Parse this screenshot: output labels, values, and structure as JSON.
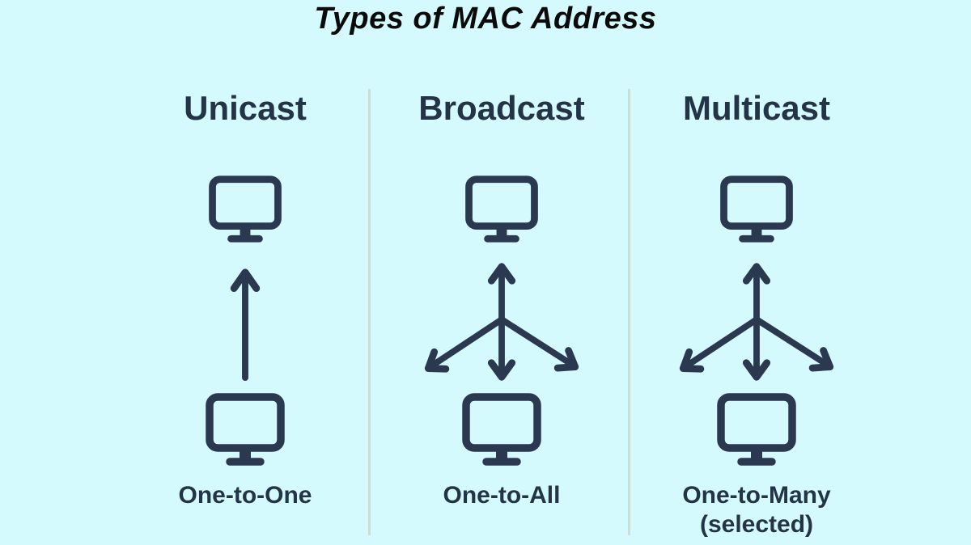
{
  "title": "Types of MAC Address",
  "colors": {
    "background": "#d4fafd",
    "divider": "#cbdfd9",
    "icon_stroke": "#2b3950",
    "label_text": "#243447",
    "title_text": "#0b0b0b"
  },
  "icons": {
    "monitor": "monitor-icon",
    "unicast_arrow": "up-arrow-icon",
    "broadcast_arrow": "four-way-arrow-icon",
    "multicast_arrow": "four-way-arrow-icon"
  },
  "columns": [
    {
      "header": "Unicast",
      "label": "One-to-One"
    },
    {
      "header": "Broadcast",
      "label": "One-to-All"
    },
    {
      "header": "Multicast",
      "label": "One-to-Many",
      "label_line2": "(selected)"
    }
  ]
}
